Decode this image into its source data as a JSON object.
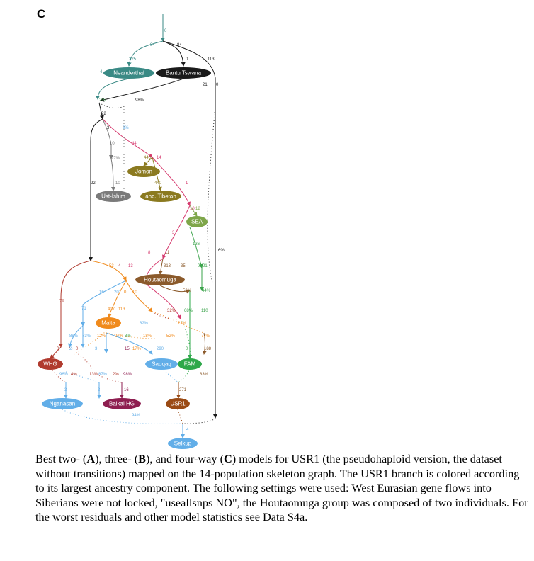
{
  "panel_label": "C",
  "caption": {
    "text_1": "Best two- (",
    "label_a": "A",
    "text_2": "), three- (",
    "label_b": "B",
    "text_3": "), and four-way (",
    "label_c": "C",
    "text_4": ") models for USR1 (the pseudohaploid version, the dataset without transitions) mapped on the 14-population skeleton graph. The USR1 branch is colored according to its largest ancestry component. The following settings were used: West Eurasian gene flows into Siberians were not locked, \"useallsnps NO\", the Houtaomuga group was composed of two individuals. For the worst residuals and other model statistics see Data S4a."
  },
  "colors": {
    "teal": "#3a8a85",
    "black": "#1a1a1a",
    "gray": "#7a7a7a",
    "olive": "#8b7a20",
    "sea_green": "#7ea64a",
    "brown": "#8b5a2b",
    "orange": "#f08a1c",
    "red": "#b03a2e",
    "light_blue": "#62aee8",
    "magenta": "#8e1e50",
    "pink": "#d63a6e",
    "green": "#3aa34a",
    "fam_green": "#2ea84a",
    "usr_brown": "#9a4a14"
  },
  "nodes": [
    {
      "id": "neanderthal",
      "label": "Neanderthal",
      "color": "#3a8a85"
    },
    {
      "id": "bantu",
      "label": "Bantu Tswana",
      "color": "#1a1a1a"
    },
    {
      "id": "jomon",
      "label": "Jomon",
      "color": "#8b7a20"
    },
    {
      "id": "ust",
      "label": "Ust-Ishim",
      "color": "#7a7a7a"
    },
    {
      "id": "tibetan",
      "label": "anc. Tibetan",
      "color": "#8b7a20"
    },
    {
      "id": "sea",
      "label": "SEA",
      "color": "#7ea64a"
    },
    {
      "id": "houtaomuga",
      "label": "Houtaomuga",
      "color": "#8b5a2b"
    },
    {
      "id": "malta",
      "label": "Malta",
      "color": "#f08a1c"
    },
    {
      "id": "whg",
      "label": "WHG",
      "color": "#b03a2e"
    },
    {
      "id": "saqqaq",
      "label": "Saqqaq",
      "color": "#62aee8"
    },
    {
      "id": "fam",
      "label": "FAM",
      "color": "#2ea84a"
    },
    {
      "id": "nganasan",
      "label": "Nganasan",
      "color": "#62aee8"
    },
    {
      "id": "baikal",
      "label": "Baikal HG",
      "color": "#8e1e50"
    },
    {
      "id": "usr1",
      "label": "USR1",
      "color": "#9a4a14"
    },
    {
      "id": "selkup",
      "label": "Selkup",
      "color": "#62aee8"
    }
  ],
  "edge_labels": [
    {
      "text": "0",
      "color": "#3a8a85"
    },
    {
      "text": "84",
      "color": "#3a8a85"
    },
    {
      "text": "84",
      "color": "#1a1a1a"
    },
    {
      "text": "325",
      "color": "#3a8a85"
    },
    {
      "text": "0",
      "color": "#1a1a1a"
    },
    {
      "text": "113",
      "color": "#1a1a1a"
    },
    {
      "text": "4",
      "color": "#3a8a85"
    },
    {
      "text": "21",
      "color": "#1a1a1a"
    },
    {
      "text": "0",
      "color": "#1a1a1a"
    },
    {
      "text": "2%",
      "color": "#3aa34a"
    },
    {
      "text": "98%",
      "color": "#1a1a1a"
    },
    {
      "text": "22",
      "color": "#1a1a1a"
    },
    {
      "text": "3",
      "color": "#1a1a1a"
    },
    {
      "text": "3%",
      "color": "#62aee8"
    },
    {
      "text": "10",
      "color": "#7a7a7a"
    },
    {
      "text": "44",
      "color": "#d63a6e"
    },
    {
      "text": "97%",
      "color": "#7a7a7a"
    },
    {
      "text": "446",
      "color": "#8b7a20"
    },
    {
      "text": "14",
      "color": "#d63a6e"
    },
    {
      "text": "22",
      "color": "#1a1a1a"
    },
    {
      "text": "10",
      "color": "#7a7a7a"
    },
    {
      "text": "440",
      "color": "#8b7a20"
    },
    {
      "text": "1",
      "color": "#d63a6e"
    },
    {
      "text": "10",
      "color": "#d63a6e"
    },
    {
      "text": "12",
      "color": "#7ea64a"
    },
    {
      "text": "3",
      "color": "#d63a6e"
    },
    {
      "text": "136",
      "color": "#3aa34a"
    },
    {
      "text": "6%",
      "color": "#1a1a1a"
    },
    {
      "text": "8",
      "color": "#d63a6e"
    },
    {
      "text": "11",
      "color": "#8b5a2b"
    },
    {
      "text": "53",
      "color": "#f08a1c"
    },
    {
      "text": "4",
      "color": "#b03a2e"
    },
    {
      "text": "13",
      "color": "#d63a6e"
    },
    {
      "text": "313",
      "color": "#8b5a2b"
    },
    {
      "text": "35",
      "color": "#8b5a2b"
    },
    {
      "text": "0",
      "color": "#3aa34a"
    },
    {
      "text": "21",
      "color": "#3aa34a"
    },
    {
      "text": "79",
      "color": "#b03a2e"
    },
    {
      "text": "16",
      "color": "#62aee8"
    },
    {
      "text": "201",
      "color": "#62aee8"
    },
    {
      "text": "0",
      "color": "#f08a1c"
    },
    {
      "text": "10",
      "color": "#f08a1c"
    },
    {
      "text": "56%",
      "color": "#8b5a2b"
    },
    {
      "text": "44%",
      "color": "#3aa34a"
    },
    {
      "text": "71",
      "color": "#62aee8"
    },
    {
      "text": "407",
      "color": "#f08a1c"
    },
    {
      "text": "113",
      "color": "#f08a1c"
    },
    {
      "text": "32%",
      "color": "#b03a2e"
    },
    {
      "text": "68%",
      "color": "#3aa34a"
    },
    {
      "text": "110",
      "color": "#3aa34a"
    },
    {
      "text": "82%",
      "color": "#62aee8"
    },
    {
      "text": "23%",
      "color": "#f08a1c"
    },
    {
      "text": "88%",
      "color": "#62aee8"
    },
    {
      "text": "73%",
      "color": "#62aee8"
    },
    {
      "text": "12%",
      "color": "#f08a1c"
    },
    {
      "text": "27%",
      "color": "#f08a1c"
    },
    {
      "text": "8%",
      "color": "#3aa34a"
    },
    {
      "text": "18%",
      "color": "#f08a1c"
    },
    {
      "text": "52%",
      "color": "#f08a1c"
    },
    {
      "text": "77%",
      "color": "#f08a1c"
    },
    {
      "text": "0",
      "color": "#b03a2e"
    },
    {
      "text": "2",
      "color": "#62aee8"
    },
    {
      "text": "0",
      "color": "#b03a2e"
    },
    {
      "text": "3",
      "color": "#62aee8"
    },
    {
      "text": "15",
      "color": "#8e1e50"
    },
    {
      "text": "17%",
      "color": "#f08a1c"
    },
    {
      "text": "290",
      "color": "#62aee8"
    },
    {
      "text": "0",
      "color": "#3aa34a"
    },
    {
      "text": "188",
      "color": "#8b5a2b"
    },
    {
      "text": "96%",
      "color": "#62aee8"
    },
    {
      "text": "4%",
      "color": "#b03a2e"
    },
    {
      "text": "13%",
      "color": "#b03a2e"
    },
    {
      "text": "87%",
      "color": "#62aee8"
    },
    {
      "text": "2%",
      "color": "#b03a2e"
    },
    {
      "text": "98%",
      "color": "#8e1e50"
    },
    {
      "text": "83%",
      "color": "#8b5a2b"
    },
    {
      "text": "3",
      "color": "#62aee8"
    },
    {
      "text": "3",
      "color": "#62aee8"
    },
    {
      "text": "16",
      "color": "#8e1e50"
    },
    {
      "text": "271",
      "color": "#8b5a2b"
    },
    {
      "text": "94%",
      "color": "#62aee8"
    },
    {
      "text": "4",
      "color": "#62aee8"
    }
  ]
}
